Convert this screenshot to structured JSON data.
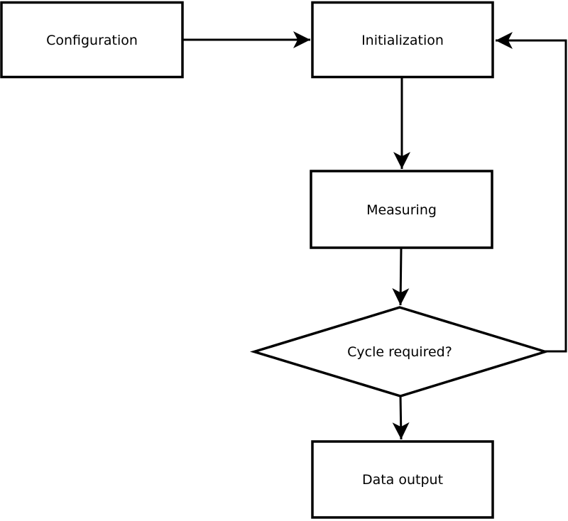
{
  "diagram": {
    "type": "flowchart",
    "colors": {
      "background": "#ffffff",
      "stroke": "#000000",
      "text": "#000000"
    },
    "nodes": [
      {
        "id": "configuration",
        "label": "Configuration",
        "shape": "rect"
      },
      {
        "id": "initialization",
        "label": "Initialization",
        "shape": "rect"
      },
      {
        "id": "measuring",
        "label": "Measuring",
        "shape": "rect"
      },
      {
        "id": "cycle-required",
        "label": "Cycle required?",
        "shape": "diamond"
      },
      {
        "id": "data-output",
        "label": "Data output",
        "shape": "rect"
      }
    ],
    "edges": [
      {
        "from": "configuration",
        "to": "initialization",
        "kind": "arrow"
      },
      {
        "from": "initialization",
        "to": "measuring",
        "kind": "arrow"
      },
      {
        "from": "measuring",
        "to": "cycle-required",
        "kind": "arrow"
      },
      {
        "from": "cycle-required",
        "to": "data-output",
        "kind": "arrow"
      },
      {
        "from": "cycle-required",
        "to": "initialization",
        "kind": "arrow-loop-back"
      }
    ]
  }
}
